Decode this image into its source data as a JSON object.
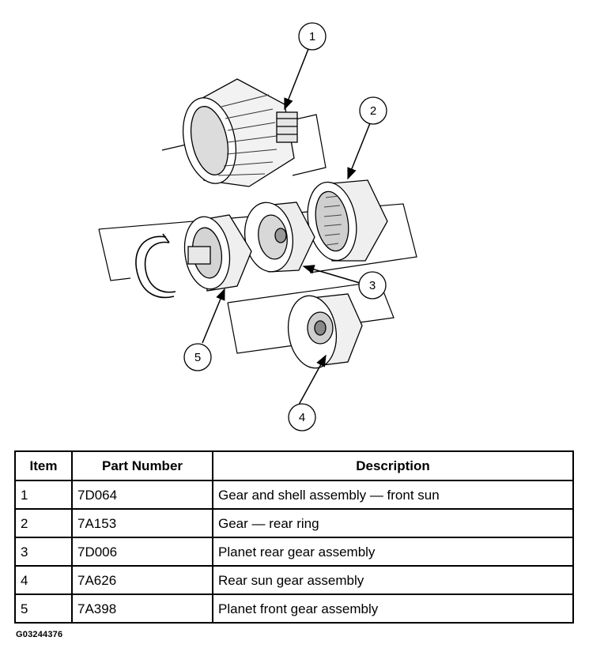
{
  "callouts": [
    "1",
    "2",
    "3",
    "4",
    "5"
  ],
  "table": {
    "headers": [
      "Item",
      "Part Number",
      "Description"
    ],
    "rows": [
      {
        "item": "1",
        "part": "7D064",
        "desc": "Gear and shell assembly  — front sun"
      },
      {
        "item": "2",
        "part": "7A153",
        "desc": "Gear — rear ring"
      },
      {
        "item": "3",
        "part": "7D006",
        "desc": "Planet rear gear assembly"
      },
      {
        "item": "4",
        "part": "7A626",
        "desc": "Rear sun gear assembly"
      },
      {
        "item": "5",
        "part": "7A398",
        "desc": "Planet front gear assembly"
      }
    ]
  },
  "figure_id": "G03244376"
}
